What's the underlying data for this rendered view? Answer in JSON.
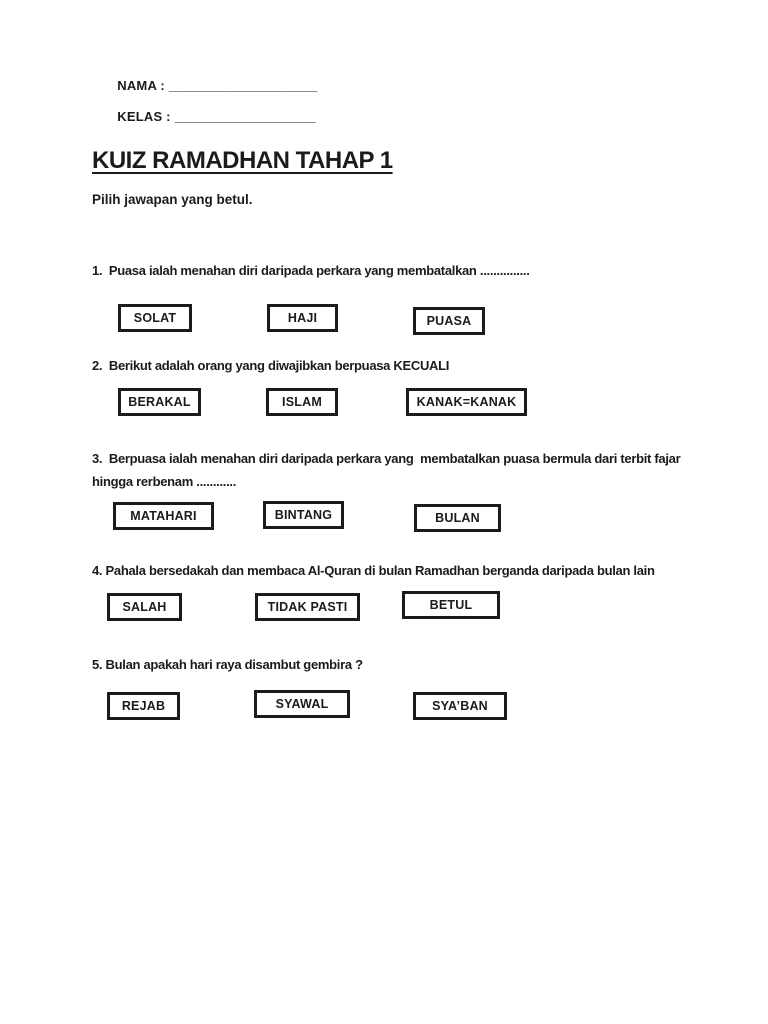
{
  "page": {
    "background": "#ffffff",
    "ink": "#1b1b1b"
  },
  "header": {
    "name_label": "NAMA :",
    "name_blank": "____________________",
    "class_label": "KELAS :",
    "class_blank": "___________________"
  },
  "title": "KUIZ RAMADHAN TAHAP 1",
  "instruction": "Pilih jawapan yang betul.",
  "questions": [
    {
      "number": "1.",
      "full": "1.  Puasa ialah menahan diri daripada perkara yang membatalkan ...............",
      "options": [
        "SOLAT",
        "HAJI",
        "PUASA"
      ]
    },
    {
      "number": "2.",
      "full": "2.  Berikut adalah orang yang diwajibkan berpuasa KECUALI",
      "options": [
        "BERAKAL",
        "ISLAM",
        "KANAK=KANAK"
      ]
    },
    {
      "number": "3.",
      "full": "3.  Berpuasa ialah menahan diri daripada perkara yang  membatalkan puasa bermula dari terbit fajar\nhingga rerbenam ............",
      "options": [
        "MATAHARI",
        "BINTANG",
        "BULAN"
      ]
    },
    {
      "number": "4.",
      "full": "4. Pahala bersedakah dan membaca Al-Quran di bulan Ramadhan berganda daripada bulan lain",
      "options": [
        "SALAH",
        "TIDAK PASTI",
        "BETUL"
      ]
    },
    {
      "number": "5.",
      "full": "5. Bulan apakah hari raya disambut gembira ?",
      "options": [
        "REJAB",
        "SYAWAL",
        "SYA’BAN"
      ]
    }
  ]
}
